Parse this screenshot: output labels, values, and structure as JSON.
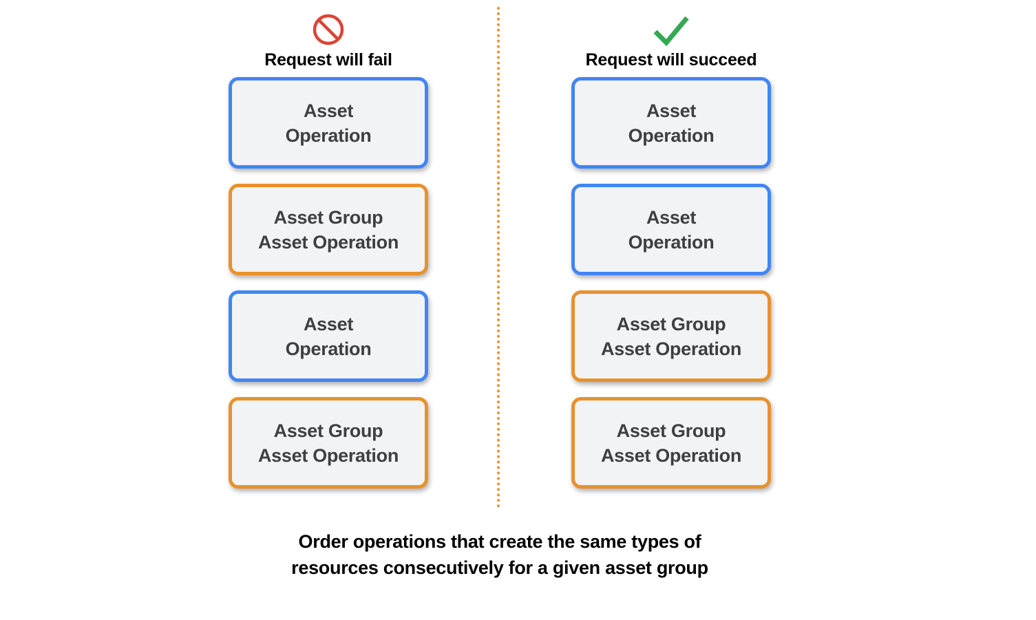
{
  "colors": {
    "blue_border": "#4285F4",
    "orange_border": "#E8912D",
    "box_fill": "#F1F3F4",
    "box_text": "#3C4043",
    "fail_icon": "#DB4437",
    "success_icon": "#34A853",
    "divider": "#E8912D",
    "background": "#FFFFFF"
  },
  "columns": [
    {
      "id": "fail",
      "icon": "prohibition-icon",
      "header": "Request will fail",
      "boxes": [
        {
          "label": "Asset\nOperation",
          "type": "asset-operation",
          "border": "blue"
        },
        {
          "label": "Asset Group\nAsset Operation",
          "type": "asset-group-asset-operation",
          "border": "orange"
        },
        {
          "label": "Asset\nOperation",
          "type": "asset-operation",
          "border": "blue"
        },
        {
          "label": "Asset Group\nAsset Operation",
          "type": "asset-group-asset-operation",
          "border": "orange"
        }
      ]
    },
    {
      "id": "succeed",
      "icon": "checkmark-icon",
      "header": "Request will succeed",
      "boxes": [
        {
          "label": "Asset\nOperation",
          "type": "asset-operation",
          "border": "blue"
        },
        {
          "label": "Asset\nOperation",
          "type": "asset-operation",
          "border": "blue"
        },
        {
          "label": "Asset Group\nAsset Operation",
          "type": "asset-group-asset-operation",
          "border": "orange"
        },
        {
          "label": "Asset Group\nAsset Operation",
          "type": "asset-group-asset-operation",
          "border": "orange"
        }
      ]
    }
  ],
  "caption": "Order operations that create the same types of\nresources consecutively for a given asset group"
}
